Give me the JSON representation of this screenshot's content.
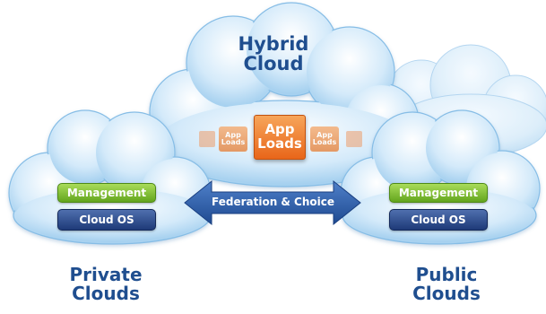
{
  "title": {
    "line1": "Hybrid",
    "line2": "Cloud"
  },
  "app_loads": {
    "main": {
      "line1": "App",
      "line2": "Loads"
    },
    "side_left": {
      "line1": "App",
      "line2": "Loads"
    },
    "side_right": {
      "line1": "App",
      "line2": "Loads"
    }
  },
  "private": {
    "management_label": "Management",
    "os_label": "Cloud OS",
    "caption": {
      "line1": "Private",
      "line2": "Clouds"
    }
  },
  "public": {
    "management_label": "Management",
    "os_label": "Cloud OS",
    "caption": {
      "line1": "Public",
      "line2": "Clouds"
    }
  },
  "federation_label": "Federation & Choice",
  "colors": {
    "cloud_light": "#ffffff",
    "cloud_mid": "#c9e4f8",
    "cloud_dark": "#8cc3ea",
    "caption_text": "#1f4e8f",
    "management": "#7cc13a",
    "cloud_os": "#2c4a8a",
    "app_loads": "#f0833a",
    "arrow": "#2f5fa8"
  }
}
